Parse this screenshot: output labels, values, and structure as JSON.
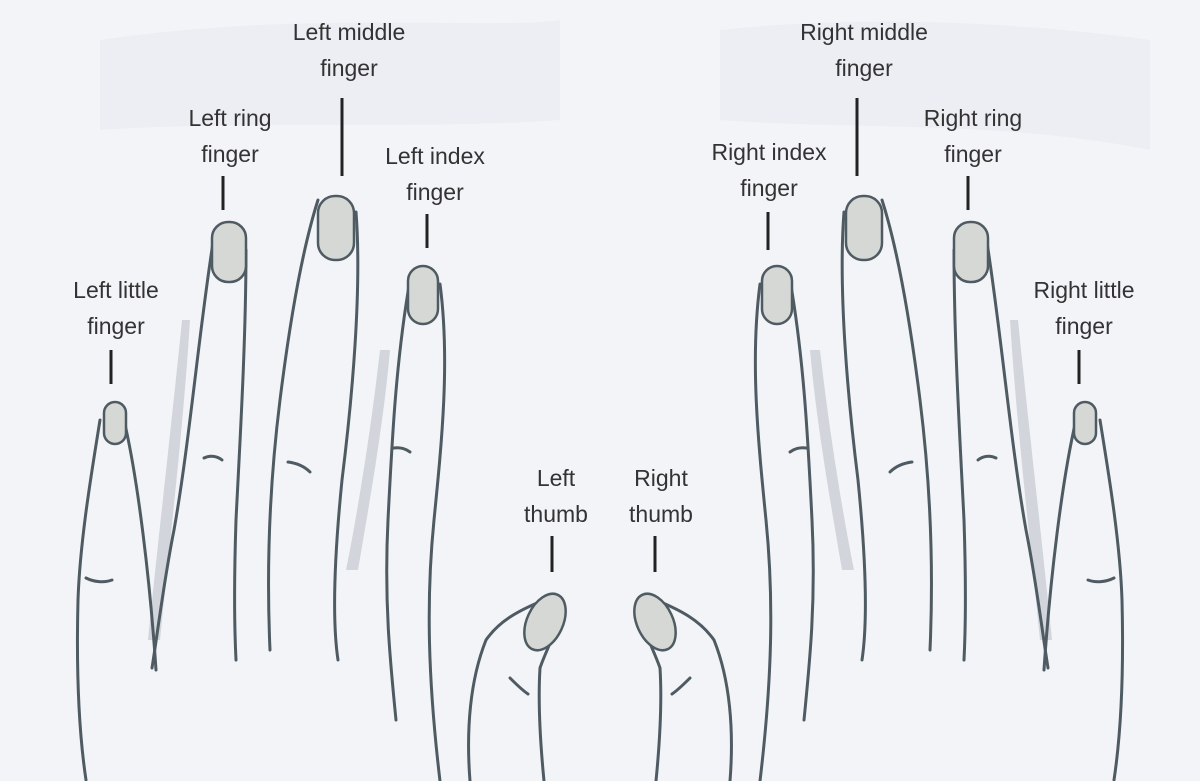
{
  "labels": {
    "left_little": "Left little\nfinger",
    "left_ring": "Left ring\nfinger",
    "left_middle": "Left middle\nfinger",
    "left_index": "Left index\nfinger",
    "left_thumb": "Left\nthumb",
    "right_thumb": "Right\nthumb",
    "right_index": "Right index\nfinger",
    "right_middle": "Right middle\nfinger",
    "right_ring": "Right ring\nfinger",
    "right_little": "Right little\nfinger"
  },
  "colors": {
    "background": "#f3f4f8",
    "outline": "#4f5b62",
    "nail_fill": "#d6d8d6",
    "shade": "#d2d6dc",
    "label_text": "#333333",
    "leader": "#222222"
  }
}
